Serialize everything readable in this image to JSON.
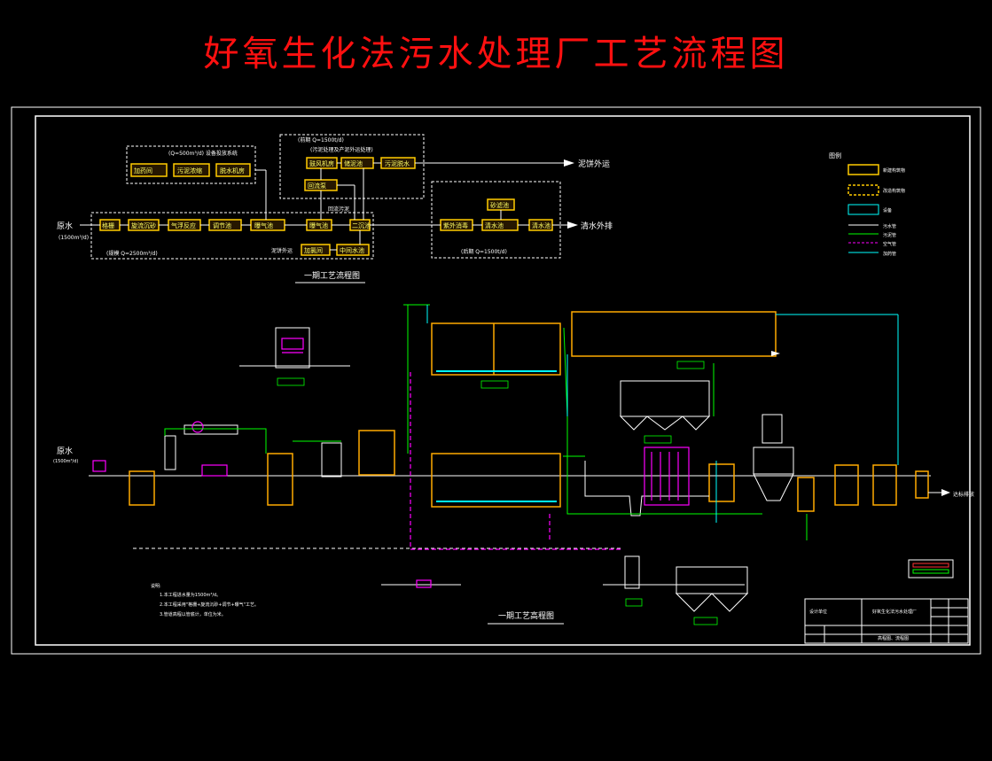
{
  "title": "好氧生化法污水处理厂工艺流程图",
  "block_diagram": {
    "caption": "一期工艺流程图",
    "inlet": "原水",
    "outlet_water": "清水外排",
    "outlet_sludge": "泥饼外运",
    "sludge_dispose": "泥饼外运",
    "boxes": [
      "格栅",
      "旋流沉砂",
      "气浮反应",
      "调节池",
      "二沉池",
      "曝气池",
      "污泥浓缩",
      "加药间",
      "脱水机房",
      "回流泵",
      "储泥池",
      "鼓风机房",
      "紫外消毒",
      "砂滤池",
      "加氯间",
      "中间水池",
      "清水池",
      "污泥脱水"
    ]
  },
  "profile": {
    "caption": "一期工艺高程图",
    "inlet": "原水",
    "outlet": "达标排放"
  },
  "legend": {
    "title": "图例"
  }
}
